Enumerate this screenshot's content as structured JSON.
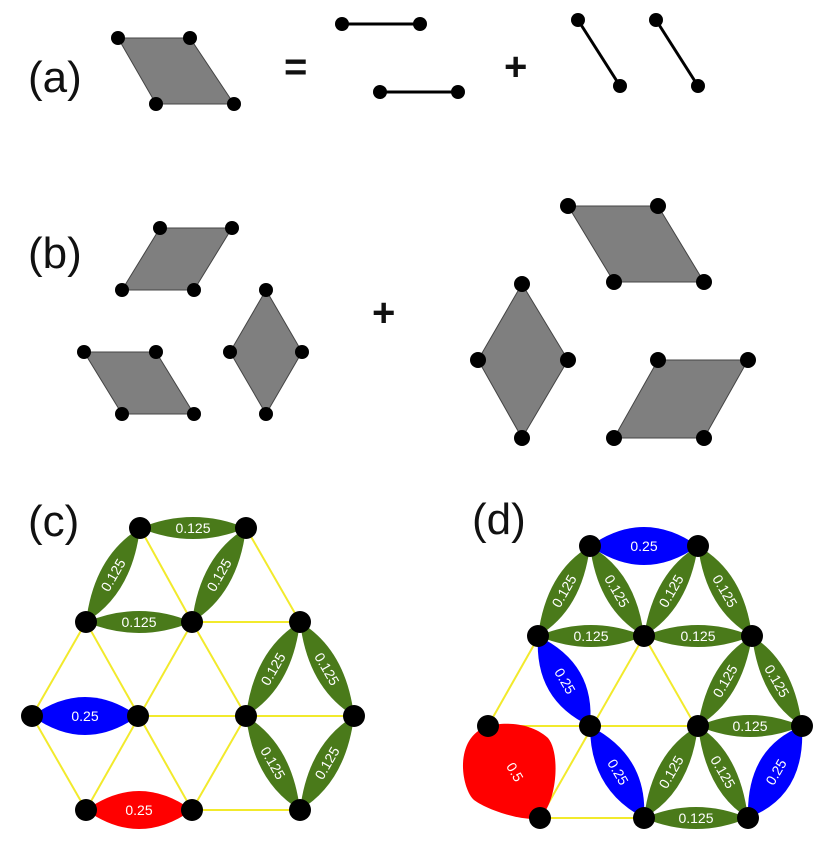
{
  "labels": {
    "a": "(a)",
    "b": "(b)",
    "c": "(c)",
    "d": "(d)"
  },
  "operators": {
    "equals": "=",
    "plus_a": "+",
    "plus_b": "+"
  },
  "weights": {
    "green": "0.125",
    "blue": "0.25",
    "red": "0.5",
    "red_c": "0.25"
  },
  "colors": {
    "rhombus": "#7f7f7f",
    "green": "#4a7a1a",
    "blue": "#0000ff",
    "red": "#ff0000",
    "lattice": "#f2ea2c",
    "node": "#000000"
  }
}
